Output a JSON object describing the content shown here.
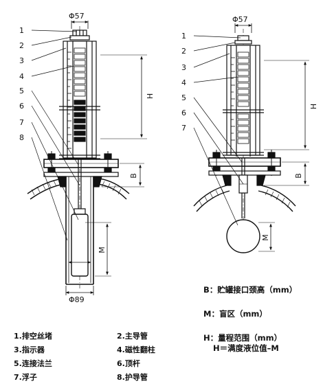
{
  "left_figure": {
    "top_diameter": "Φ57",
    "bottom_diameter": "Φ89",
    "dim_h": "H",
    "dim_b": "B",
    "dim_m": "M",
    "callouts": [
      "1",
      "2",
      "3",
      "4",
      "5",
      "6",
      "7",
      "8"
    ]
  },
  "right_figure": {
    "top_diameter": "Φ57",
    "dim_h": "H",
    "dim_b": "B",
    "dim_m": "M",
    "callouts": [
      "1",
      "2",
      "3",
      "4",
      "5",
      "6",
      "7"
    ]
  },
  "notes": {
    "b": "B：贮罐接口颈高（mm）",
    "m": "M：盲区（mm）",
    "h": "H：量程范围（mm）",
    "h2": "H＝满度液位值–M"
  },
  "legend": [
    "1.排空丝堵",
    "2.主导管",
    "3.指示器",
    "4.磁性翻柱",
    "5.连接法兰",
    "6.顶杆",
    "7.浮子",
    "8.护导管"
  ]
}
